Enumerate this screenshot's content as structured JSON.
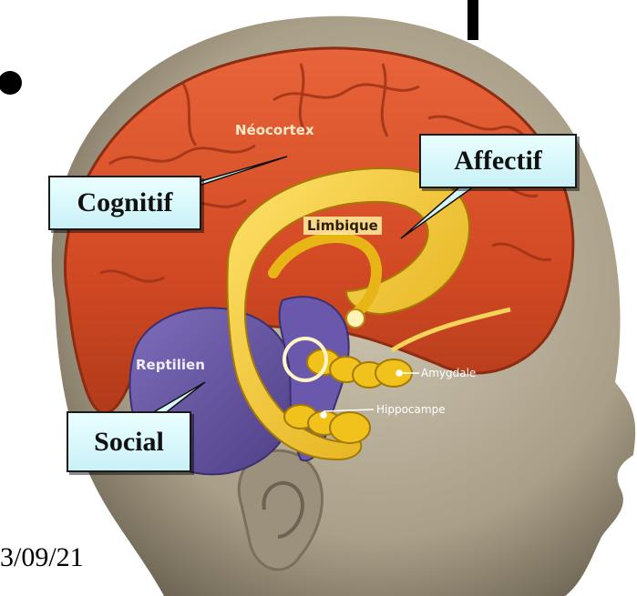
{
  "callouts": {
    "affectif": "Affectif",
    "cognitif": "Cognitif",
    "social": "Social"
  },
  "brain_labels": {
    "neocortex": "Néocortex",
    "limbique": "Limbique",
    "reptilien": "Reptilien",
    "amygdale": "Amygdale",
    "hippocampe": "Hippocampe"
  },
  "slide": {
    "date": "3/09/21"
  },
  "colors": {
    "neocortex": "#d9532b",
    "limbic": "#f2c21b",
    "reptilian": "#6b5aa8",
    "skin": "#b7ad98",
    "callout_bg": "#d6f6fb"
  }
}
